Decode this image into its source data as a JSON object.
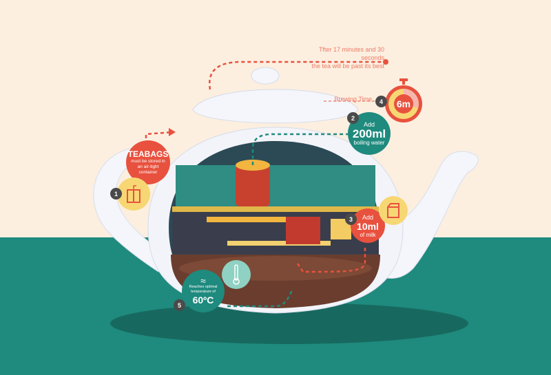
{
  "colors": {
    "background": "#fcefe0",
    "table": "#1f8a7e",
    "red": "#e8513e",
    "yellow": "#f7d774",
    "teal": "#1f8a7e",
    "mint": "#8fd1c3",
    "badge": "#4a4a4a"
  },
  "notes": {
    "past_best_line1": "Tfter 17 minutes and 30 seconds",
    "past_best_line2": "the tea will be past its best",
    "brewing_time": "Brewing Time"
  },
  "steps": [
    {
      "number": "1",
      "title": "TEABAGS",
      "text": "must be stored in an air-tight container",
      "icon": "tea-box-icon"
    },
    {
      "number": "2",
      "pre": "Add",
      "amount": "200ml",
      "post": "boiling water"
    },
    {
      "number": "3",
      "pre": "Add",
      "amount": "10ml",
      "post": "of milk",
      "icon": "milk-carton-icon"
    },
    {
      "number": "4",
      "timer": "6m",
      "icon": "stopwatch-icon"
    },
    {
      "number": "5",
      "text": "Reaches optimal temperature of",
      "temperature": "60ºC",
      "icon": "thermometer-icon"
    }
  ]
}
